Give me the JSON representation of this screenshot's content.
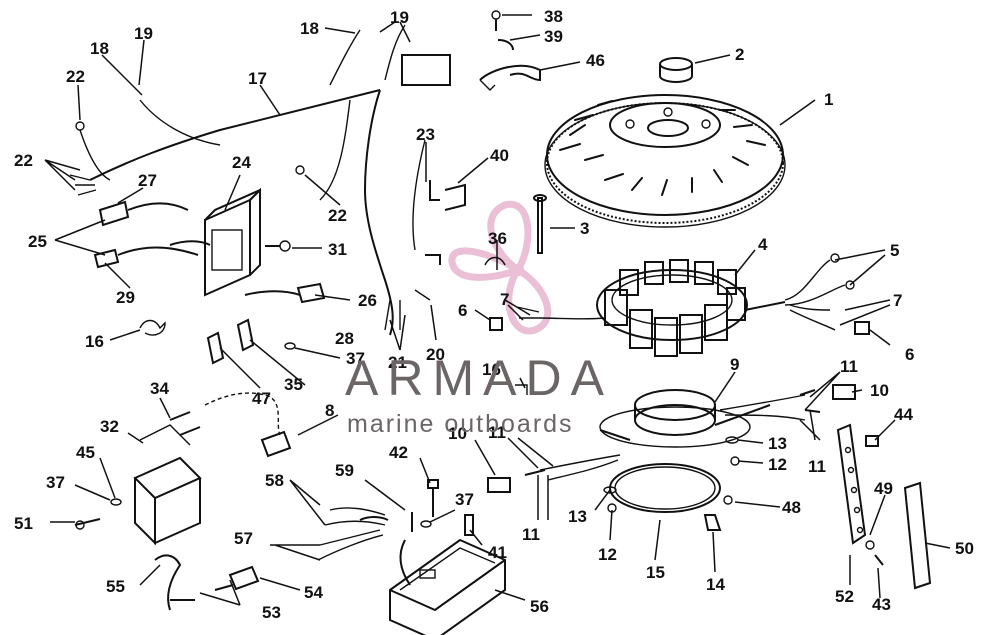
{
  "brand": {
    "name": "ARMADA",
    "tagline": "marine outboards",
    "accent_color": "#e8b5cf",
    "text_color": "#6b6566"
  },
  "callouts": [
    {
      "id": "c1",
      "label": "1"
    },
    {
      "id": "c2",
      "label": "2"
    },
    {
      "id": "c3",
      "label": "3"
    },
    {
      "id": "c4",
      "label": "4"
    },
    {
      "id": "c5",
      "label": "5"
    },
    {
      "id": "c6a",
      "label": "6"
    },
    {
      "id": "c6b",
      "label": "6"
    },
    {
      "id": "c7a",
      "label": "7"
    },
    {
      "id": "c7b",
      "label": "7"
    },
    {
      "id": "c8",
      "label": "8"
    },
    {
      "id": "c9",
      "label": "9"
    },
    {
      "id": "c10a",
      "label": "10"
    },
    {
      "id": "c10b",
      "label": "10"
    },
    {
      "id": "c11a",
      "label": "11"
    },
    {
      "id": "c11b",
      "label": "11"
    },
    {
      "id": "c11c",
      "label": "11"
    },
    {
      "id": "c11d",
      "label": "11"
    },
    {
      "id": "c12a",
      "label": "12"
    },
    {
      "id": "c12b",
      "label": "12"
    },
    {
      "id": "c13a",
      "label": "13"
    },
    {
      "id": "c13b",
      "label": "13"
    },
    {
      "id": "c14",
      "label": "14"
    },
    {
      "id": "c15",
      "label": "15"
    },
    {
      "id": "c16a",
      "label": "16"
    },
    {
      "id": "c16b",
      "label": "16"
    },
    {
      "id": "c17",
      "label": "17"
    },
    {
      "id": "c18a",
      "label": "18"
    },
    {
      "id": "c18b",
      "label": "18"
    },
    {
      "id": "c19a",
      "label": "19"
    },
    {
      "id": "c19b",
      "label": "19"
    },
    {
      "id": "c20",
      "label": "20"
    },
    {
      "id": "c21",
      "label": "21"
    },
    {
      "id": "c22a",
      "label": "22"
    },
    {
      "id": "c22b",
      "label": "22"
    },
    {
      "id": "c22c",
      "label": "22"
    },
    {
      "id": "c23",
      "label": "23"
    },
    {
      "id": "c24",
      "label": "24"
    },
    {
      "id": "c25",
      "label": "25"
    },
    {
      "id": "c26",
      "label": "26"
    },
    {
      "id": "c27",
      "label": "27"
    },
    {
      "id": "c28",
      "label": "28"
    },
    {
      "id": "c29",
      "label": "29"
    },
    {
      "id": "c31",
      "label": "31"
    },
    {
      "id": "c32",
      "label": "32"
    },
    {
      "id": "c34",
      "label": "34"
    },
    {
      "id": "c35",
      "label": "35"
    },
    {
      "id": "c36",
      "label": "36"
    },
    {
      "id": "c37a",
      "label": "37"
    },
    {
      "id": "c37b",
      "label": "37"
    },
    {
      "id": "c37c",
      "label": "37"
    },
    {
      "id": "c38",
      "label": "38"
    },
    {
      "id": "c39",
      "label": "39"
    },
    {
      "id": "c40",
      "label": "40"
    },
    {
      "id": "c41",
      "label": "41"
    },
    {
      "id": "c42",
      "label": "42"
    },
    {
      "id": "c43",
      "label": "43"
    },
    {
      "id": "c44",
      "label": "44"
    },
    {
      "id": "c45",
      "label": "45"
    },
    {
      "id": "c46",
      "label": "46"
    },
    {
      "id": "c47",
      "label": "47"
    },
    {
      "id": "c48",
      "label": "48"
    },
    {
      "id": "c49",
      "label": "49"
    },
    {
      "id": "c50",
      "label": "50"
    },
    {
      "id": "c51",
      "label": "51"
    },
    {
      "id": "c52",
      "label": "52"
    },
    {
      "id": "c53",
      "label": "53"
    },
    {
      "id": "c54",
      "label": "54"
    },
    {
      "id": "c55",
      "label": "55"
    },
    {
      "id": "c56",
      "label": "56"
    },
    {
      "id": "c57",
      "label": "57"
    },
    {
      "id": "c58",
      "label": "58"
    },
    {
      "id": "c59",
      "label": "59"
    }
  ]
}
